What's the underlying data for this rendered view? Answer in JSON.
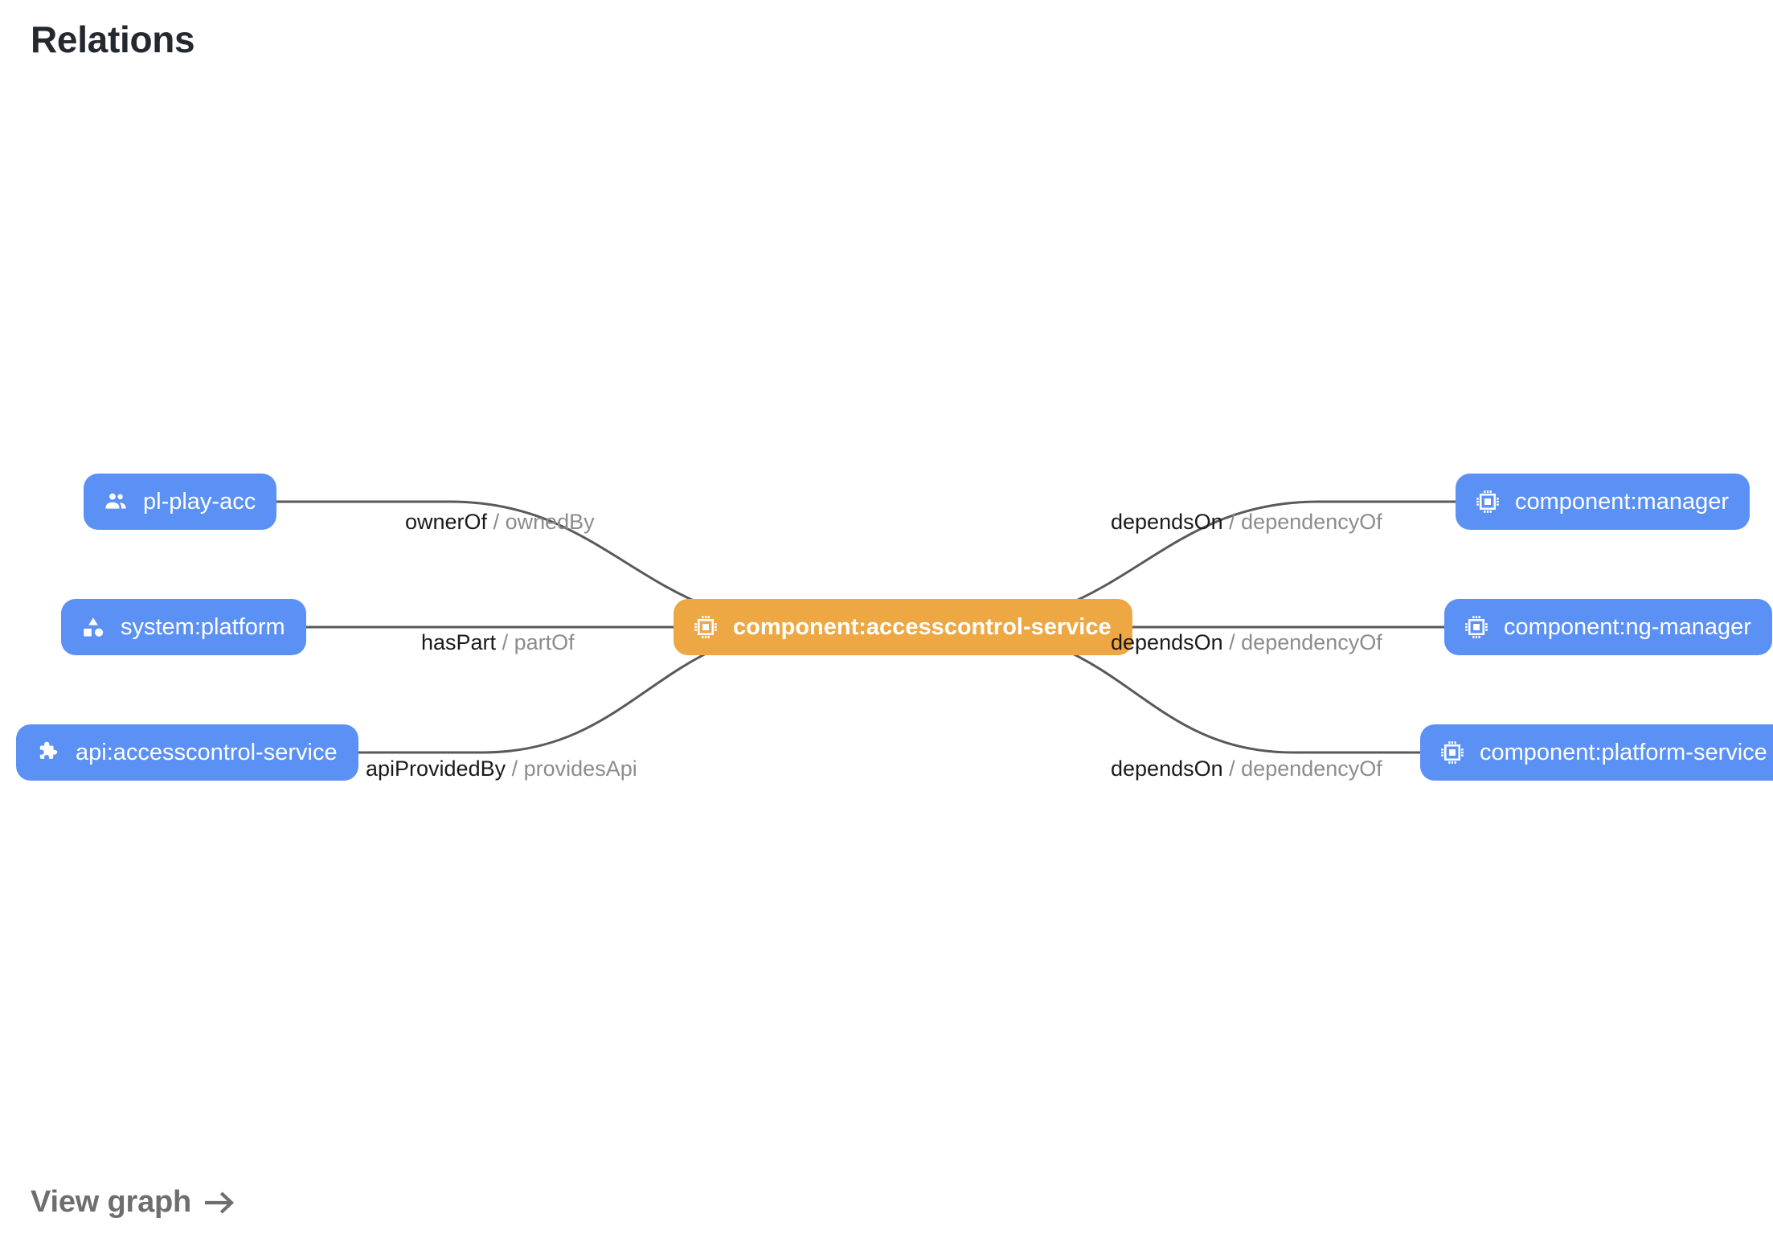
{
  "page": {
    "title": "Relations",
    "footer_link": "View graph",
    "footer_link_icon": "arrow-right-icon"
  },
  "colors": {
    "node_default": "#5b91f5",
    "node_focused": "#eda844",
    "edge_stroke": "#595959",
    "label_primary": "#1a1a1a",
    "label_secondary": "#8c8c8c",
    "title": "#24292f",
    "footer_link": "#6e6e6e",
    "background": "#ffffff"
  },
  "graph": {
    "nodes": [
      {
        "id": "pl-play-acc",
        "label": "pl-play-acc",
        "icon": "group-icon",
        "kind": "group",
        "color": "#5b91f5",
        "focused": false,
        "side": "left",
        "row": 0
      },
      {
        "id": "system:platform",
        "label": "system:platform",
        "icon": "category-icon",
        "kind": "system",
        "color": "#5b91f5",
        "focused": false,
        "side": "left",
        "row": 1
      },
      {
        "id": "api:accesscontrol-service",
        "label": "api:accesscontrol-service",
        "icon": "extension-icon",
        "kind": "api",
        "color": "#5b91f5",
        "focused": false,
        "side": "left",
        "row": 2
      },
      {
        "id": "component:accesscontrol-service",
        "label": "component:accesscontrol-service",
        "icon": "memory-chip-icon",
        "kind": "component",
        "color": "#eda844",
        "focused": true,
        "side": "center",
        "row": 1
      },
      {
        "id": "component:manager",
        "label": "component:manager",
        "icon": "memory-chip-icon",
        "kind": "component",
        "color": "#5b91f5",
        "focused": false,
        "side": "right",
        "row": 0
      },
      {
        "id": "component:ng-manager",
        "label": "component:ng-manager",
        "icon": "memory-chip-icon",
        "kind": "component",
        "color": "#5b91f5",
        "focused": false,
        "side": "right",
        "row": 1
      },
      {
        "id": "component:platform-service",
        "label": "component:platform-service",
        "icon": "memory-chip-icon",
        "kind": "component",
        "color": "#5b91f5",
        "focused": false,
        "side": "right",
        "row": 2
      }
    ],
    "edges": [
      {
        "id": "e1",
        "source": "pl-play-acc",
        "target": "component:accesscontrol-service",
        "forward": "ownerOf",
        "separator": "/",
        "reverse": "ownedBy"
      },
      {
        "id": "e2",
        "source": "system:platform",
        "target": "component:accesscontrol-service",
        "forward": "hasPart",
        "separator": "/",
        "reverse": "partOf"
      },
      {
        "id": "e3",
        "source": "api:accesscontrol-service",
        "target": "component:accesscontrol-service",
        "forward": "apiProvidedBy",
        "separator": "/",
        "reverse": "providesApi"
      },
      {
        "id": "e4",
        "source": "component:accesscontrol-service",
        "target": "component:manager",
        "forward": "dependsOn",
        "separator": "/",
        "reverse": "dependencyOf"
      },
      {
        "id": "e5",
        "source": "component:accesscontrol-service",
        "target": "component:ng-manager",
        "forward": "dependsOn",
        "separator": "/",
        "reverse": "dependencyOf"
      },
      {
        "id": "e6",
        "source": "component:accesscontrol-service",
        "target": "component:platform-service",
        "forward": "dependsOn",
        "separator": "/",
        "reverse": "dependencyOf"
      }
    ]
  }
}
